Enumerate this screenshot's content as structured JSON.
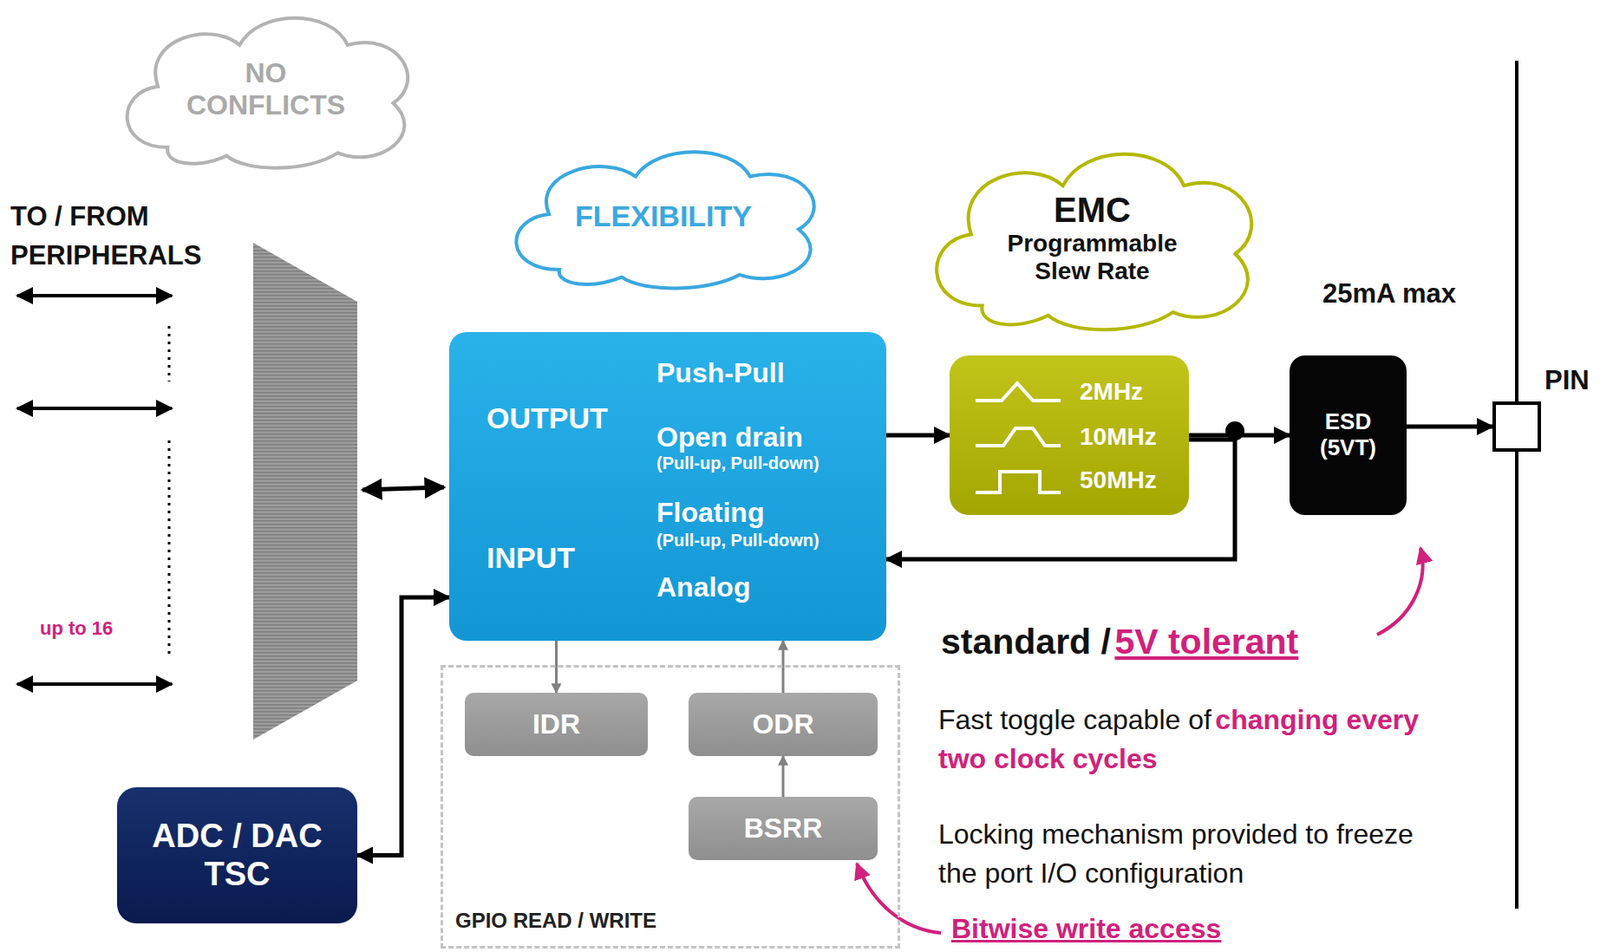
{
  "diagram": {
    "nodes": [
      {
        "text": [
          "NO CONFLICTS"
        ]
      },
      {
        "text": [
          "FLEXIBILITY"
        ]
      },
      {
        "text": [
          "EMC",
          "Programmable Slew Rate"
        ]
      },
      {
        "text": [
          "OUTPUT",
          "Push-Pull",
          "Open drain",
          "(Pull-up, Pull-down)",
          "INPUT",
          "Floating",
          "(Pull-up, Pull-down)",
          "Analog"
        ]
      },
      {
        "text": [
          "2MHz",
          "10MHz",
          "50MHz"
        ]
      },
      {
        "text": [
          "ESD (5VT)"
        ]
      },
      {
        "text": [
          "PIN"
        ]
      },
      {
        "text": [
          "GPIO READ / WRITE"
        ]
      },
      {
        "text": [
          "IDR"
        ],
        "in": 7
      },
      {
        "text": [
          "ODR"
        ],
        "in": 7
      },
      {
        "text": [
          "BSRR"
        ],
        "in": 7
      },
      {
        "text": [
          "ADC / DAC TSC"
        ]
      }
    ],
    "edges": [
      {
        "from": 3,
        "to": 4,
        "arrow": "to"
      },
      {
        "from": 4,
        "to": 5,
        "arrow": "to"
      },
      {
        "from": 4,
        "to": 3,
        "arrow": "to"
      },
      {
        "from": 5,
        "to": 6,
        "arrow": "to"
      },
      {
        "from": 3,
        "to": 8,
        "arrow": "to"
      },
      {
        "from": 9,
        "to": 3,
        "arrow": "to"
      },
      {
        "from": 10,
        "to": 9,
        "arrow": "to"
      },
      {
        "from": 11,
        "to": 3,
        "arrow": "both"
      }
    ],
    "labels": [
      "TO / FROM PERIPHERALS",
      "up to 16",
      "25mA max",
      "standard /",
      "5V tolerant",
      "Fast toggle capable of",
      "changing every two clock cycles",
      "Locking mechanism provided to freeze the port I/O configuration",
      "Bitwise write access"
    ]
  }
}
